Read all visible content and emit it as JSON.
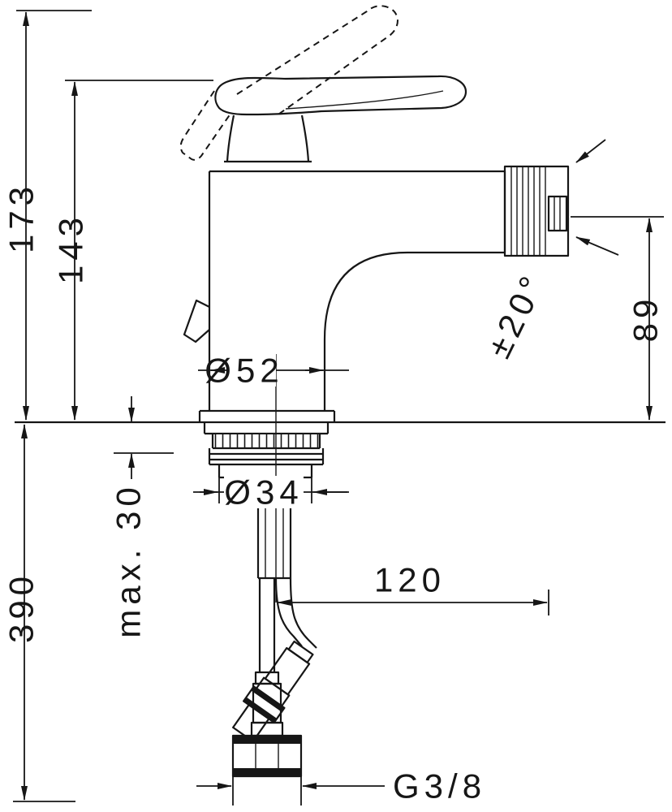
{
  "drawing": {
    "line_color": "#161616",
    "background_color": "#ffffff",
    "labels": {
      "total_height": "173",
      "body_height": "143",
      "body_diameter": "Ø52",
      "shank_diameter": "Ø34",
      "max_mounting_thickness": "max. 30",
      "height_below_deck": "390",
      "spout_reach": "120",
      "swivel_angle": "±20°",
      "aerator_height": "89",
      "connection_thread": "G3/8"
    }
  }
}
